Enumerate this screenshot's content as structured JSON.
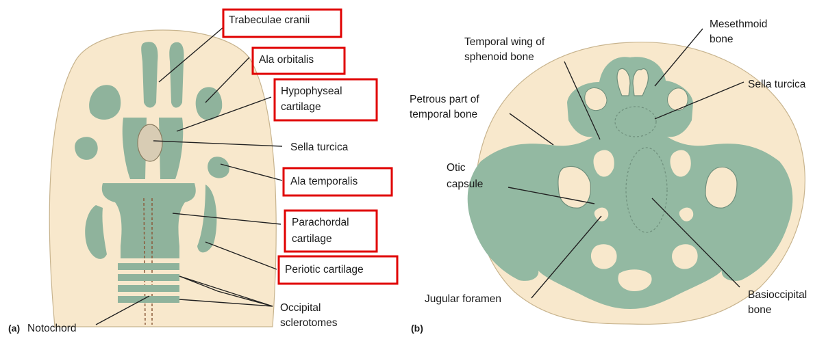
{
  "panel_a": {
    "letter": "(a)",
    "labels": {
      "trabeculae": "Trabeculae cranii",
      "ala_orbitalis": "Ala orbitalis",
      "hypophyseal_1": "Hypophyseal",
      "hypophyseal_2": "cartilage",
      "sella": "Sella turcica",
      "ala_temporalis": "Ala temporalis",
      "parachordal_1": "Parachordal",
      "parachordal_2": "cartilage",
      "periotic": "Periotic cartilage",
      "occipital_1": "Occipital",
      "occipital_2": "sclerotomes",
      "notochord": "Notochord"
    }
  },
  "panel_b": {
    "letter": "(b)",
    "labels": {
      "temporal_wing_1": "Temporal wing of",
      "temporal_wing_2": "sphenoid bone",
      "mesethmoid_1": "Mesethmoid",
      "mesethmoid_2": "bone",
      "sella": "Sella turcica",
      "petrous_1": "Petrous part of",
      "petrous_2": "temporal bone",
      "otic_1": "Otic",
      "otic_2": "capsule",
      "jugular": "Jugular foramen",
      "basioccipital_1": "Basioccipital",
      "basioccipital_2": "bone"
    }
  },
  "colors": {
    "cartilage": "#8fb39c",
    "background_tissue": "#f8e8cc",
    "highlight_box": "#e00000",
    "sella": "#d8ccb4"
  }
}
